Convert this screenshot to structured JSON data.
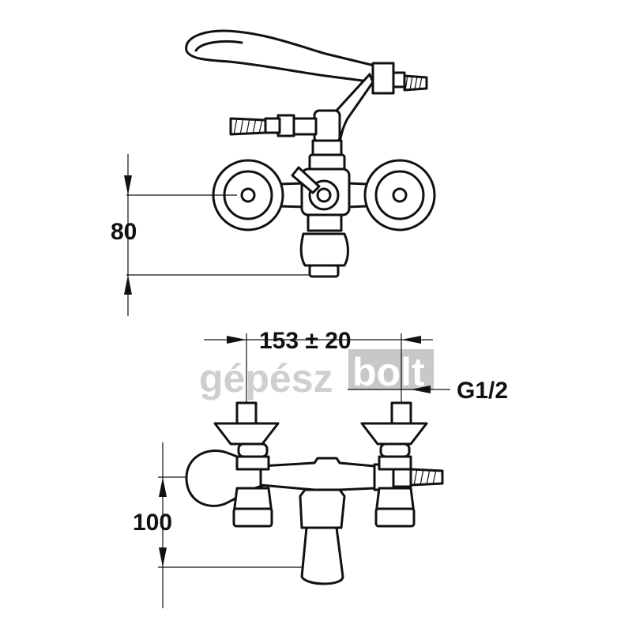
{
  "dimensions": {
    "height_top": "80",
    "spacing": "153 ± 20",
    "thread": "G1/2",
    "height_bottom": "100"
  },
  "watermark": {
    "part1": "gépész",
    "part2": "bolt"
  },
  "colors": {
    "line": "#111111",
    "watermark_gray": "#c8c8c8",
    "watermark_box": "#c8c8c8"
  }
}
